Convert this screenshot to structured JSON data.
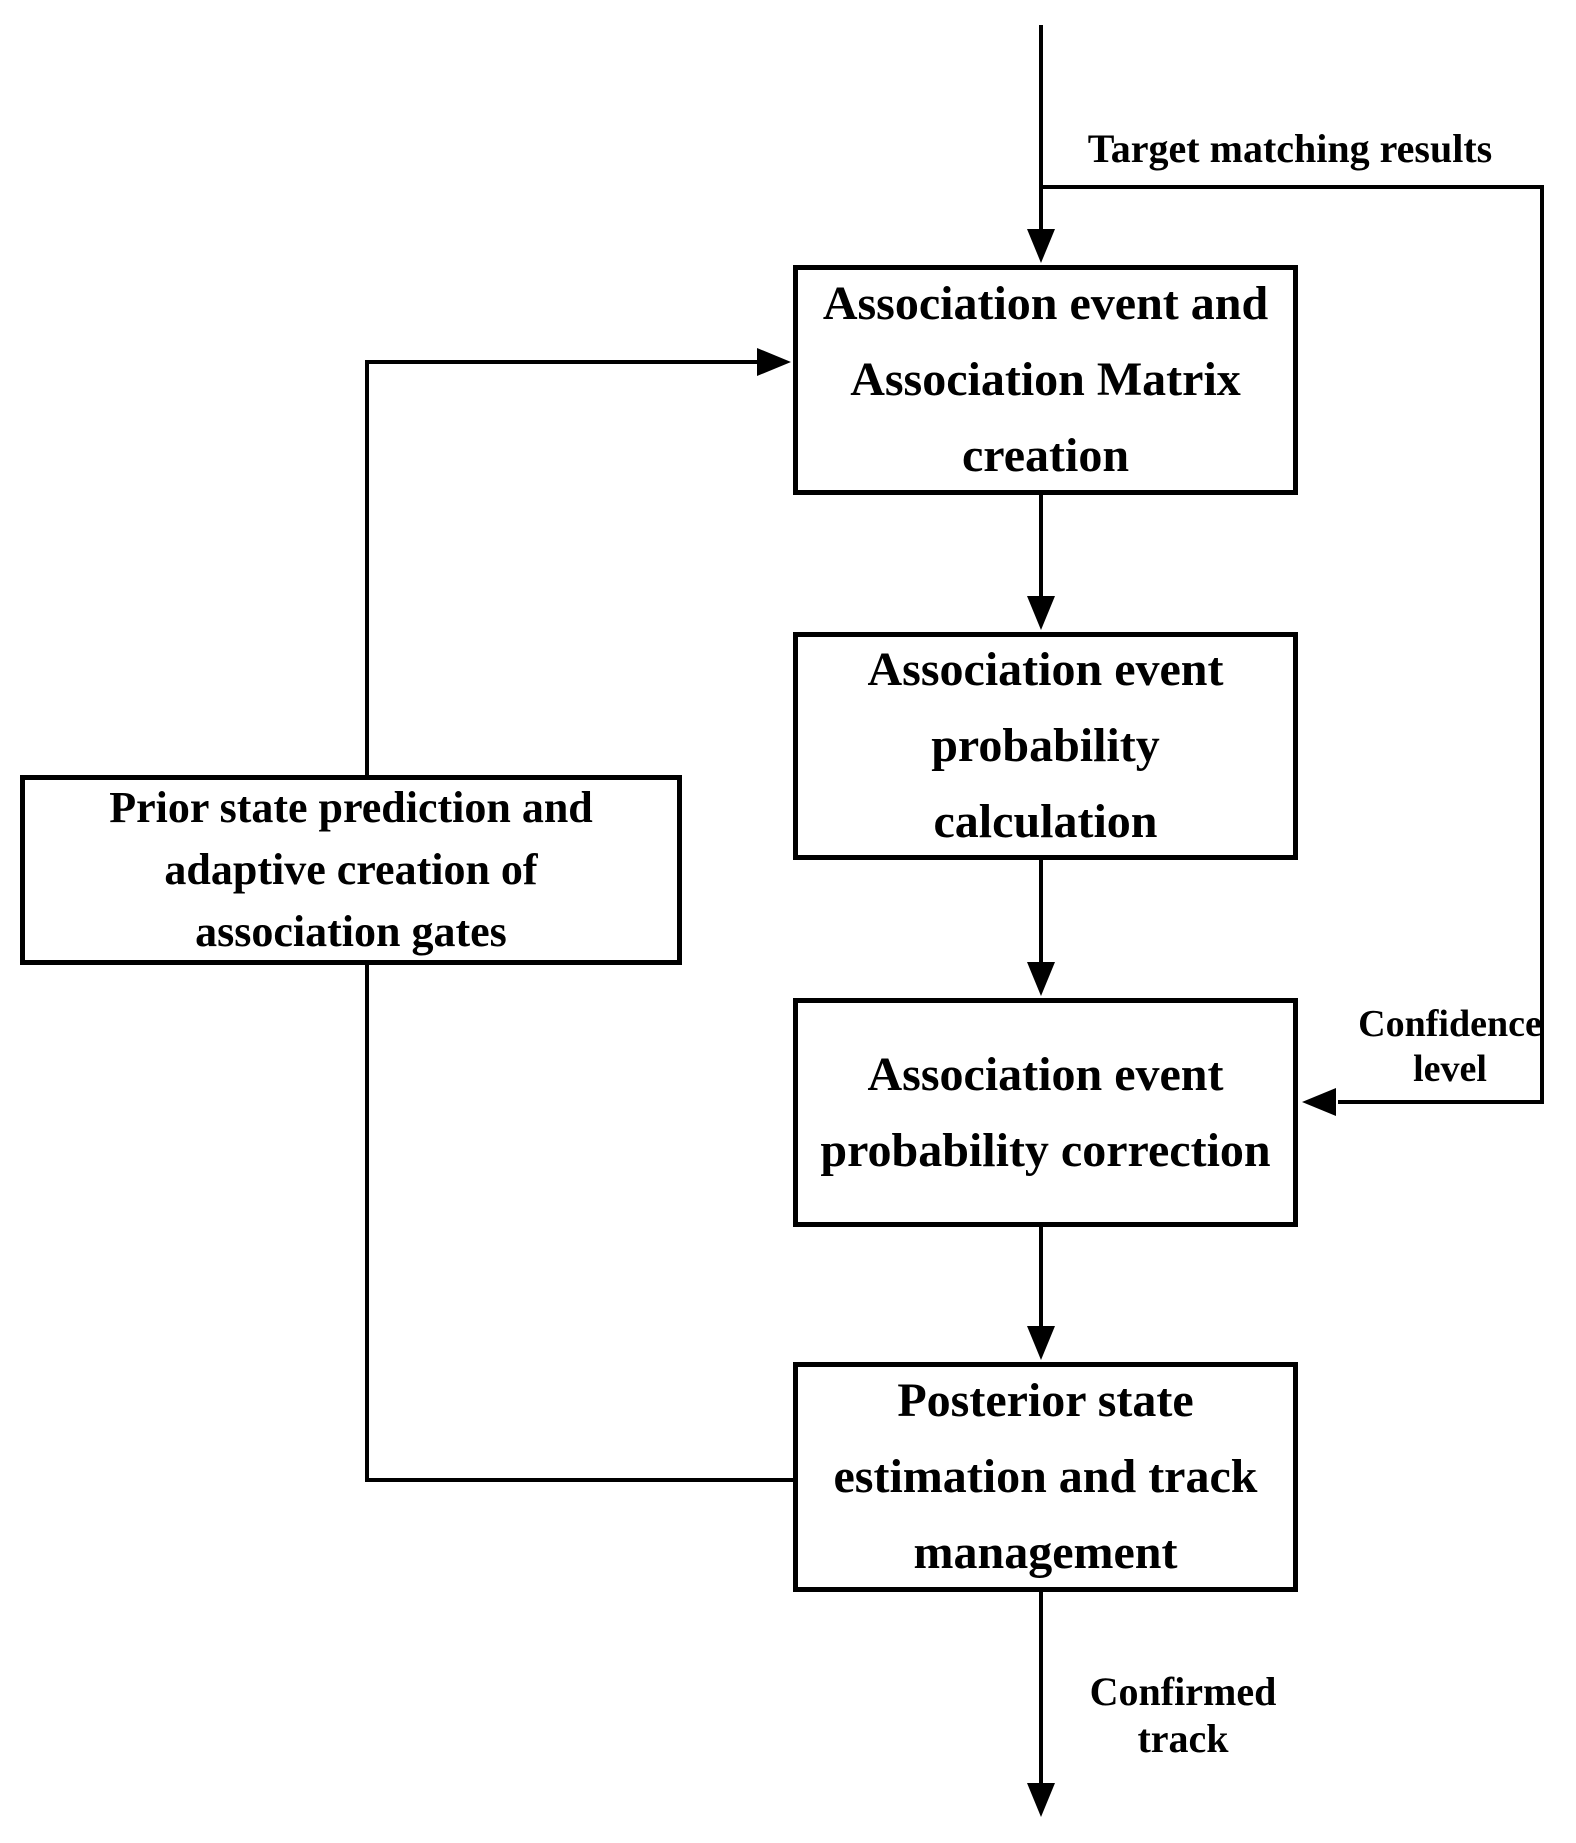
{
  "diagram": {
    "type": "flowchart",
    "colors": {
      "stroke": "#000000",
      "background": "#ffffff",
      "text": "#000000"
    },
    "boxes": {
      "association_creation": {
        "label": [
          "Association event and",
          "Association Matrix",
          "creation"
        ]
      },
      "probability_calculation": {
        "label": [
          "Association event",
          "probability",
          "calculation"
        ]
      },
      "probability_correction": {
        "label": [
          "Association event",
          "probability correction"
        ]
      },
      "posterior_estimation": {
        "label": [
          "Posterior state",
          "estimation and track",
          "management"
        ]
      },
      "prior_prediction": {
        "label": [
          "Prior state prediction and",
          "adaptive creation of",
          "association gates"
        ]
      }
    },
    "edge_labels": {
      "target_matching": "Target matching results",
      "confidence": [
        "Confidence",
        "level"
      ],
      "confirmed": [
        "Confirmed",
        "track"
      ]
    },
    "flow": [
      "input -> association_creation (Target matching results)",
      "association_creation -> probability_calculation",
      "probability_calculation -> probability_correction",
      "input branch -> probability_correction (Confidence level)",
      "probability_correction -> posterior_estimation",
      "posterior_estimation -> output (Confirmed track)",
      "posterior_estimation -> prior_prediction -> association_creation (feedback)"
    ]
  }
}
